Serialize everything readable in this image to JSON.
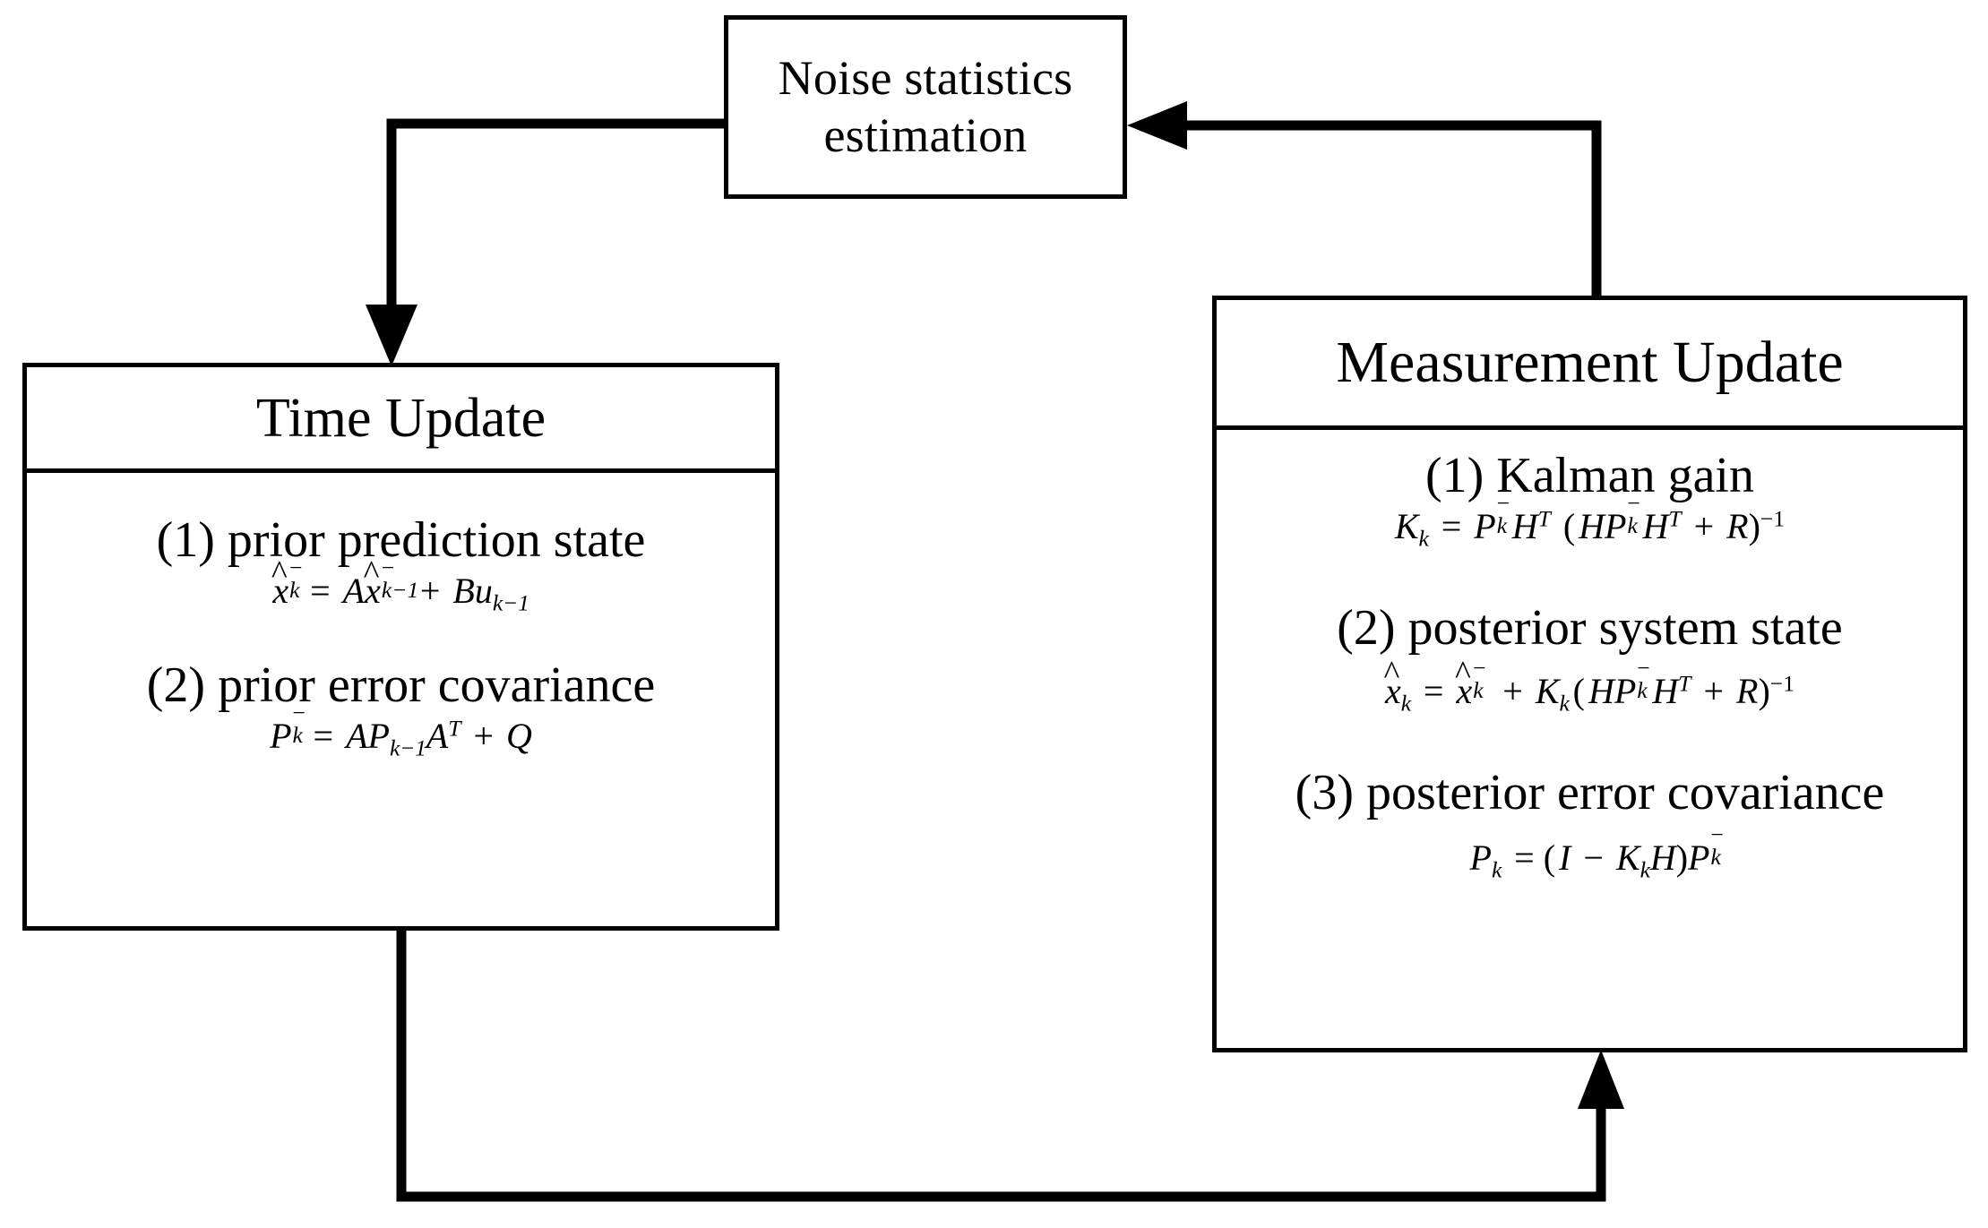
{
  "diagram": {
    "title_semantic": "adaptive-kalman-filter-flowchart",
    "stroke_color": "#000000",
    "background_color": "#ffffff"
  },
  "noise_box": {
    "line1": "Noise statistics",
    "line2": "estimation"
  },
  "time_update": {
    "header": "Time Update",
    "step1_label": "(1) prior prediction state",
    "step1_formula_plain": "x̂k− = A x̂k−1− + B uk−1",
    "step2_label": "(2) prior error covariance",
    "step2_formula_plain": "Pk− = A Pk−1 AT + Q"
  },
  "measurement_update": {
    "header": "Measurement Update",
    "step1_label": "(1) Kalman gain",
    "step1_formula_plain": "Kk = Pk− HT (H Pk− HT + R)−1",
    "step2_label": "(2) posterior system state",
    "step2_formula_plain": "x̂k = x̂k− + Kk (H Pk− HT + R)−1",
    "step3_label": "(3) posterior error covariance",
    "step3_formula_plain": "Pk = (I − Kk H) Pk−"
  },
  "connectors": [
    {
      "name": "noise-to-time-update",
      "from": "noise_box.left",
      "to": "time_update.top",
      "arrowhead": "down"
    },
    {
      "name": "measurement-update-to-noise",
      "from": "measurement_update.top",
      "to": "noise_box.right",
      "arrowhead": "left"
    },
    {
      "name": "time-update-to-measurement-update",
      "from": "time_update.bottom",
      "to": "measurement_update.bottom",
      "arrowhead": "up"
    }
  ]
}
